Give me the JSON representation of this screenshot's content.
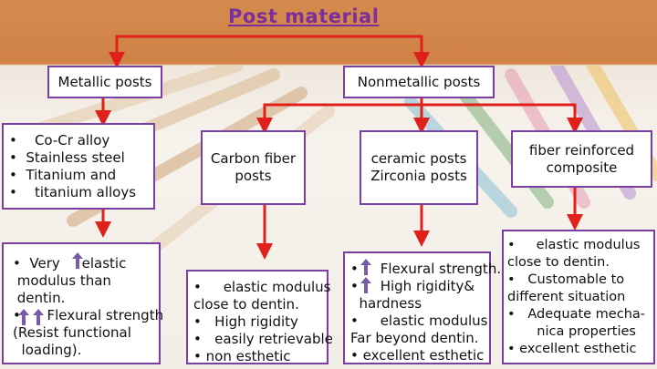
{
  "title": "Post material",
  "metallic": {
    "heading": "Metallic posts",
    "alloys": [
      "Co-Cr alloy",
      "Stainless steel",
      "Titanium and",
      "titanium alloys"
    ],
    "props": [
      "Very",
      "elastic",
      "modulus than",
      "dentin.",
      "Flexural strength",
      "(Resist functional",
      "loading)."
    ]
  },
  "nonmetallic": {
    "heading": "Nonmetallic posts",
    "carbon": {
      "heading_l1": "Carbon fiber",
      "heading_l2": "posts",
      "props": [
        "elastic modulus",
        "close to dentin.",
        "High rigidity",
        "easily retrievable",
        "non esthetic"
      ]
    },
    "ceramic": {
      "heading_l1": "ceramic posts",
      "heading_l2": "Zirconia posts",
      "props": [
        "Flexural strength.",
        "High rigidity&",
        "hardness",
        "elastic modulus",
        "Far beyond  dentin.",
        "excellent  esthetic"
      ]
    },
    "fiber": {
      "heading_l1": "fiber reinforced",
      "heading_l2": "composite",
      "props": [
        "elastic modulus",
        "close to dentin.",
        "Customable to",
        "different situation",
        "Adequate mecha-",
        "nica properties",
        "excellent esthetic"
      ]
    }
  },
  "bullet": "•",
  "colors": {
    "arrow": "#e0201b",
    "border": "#7b3fa3",
    "title": "#7b2f9a",
    "header_band": "#d08246"
  }
}
